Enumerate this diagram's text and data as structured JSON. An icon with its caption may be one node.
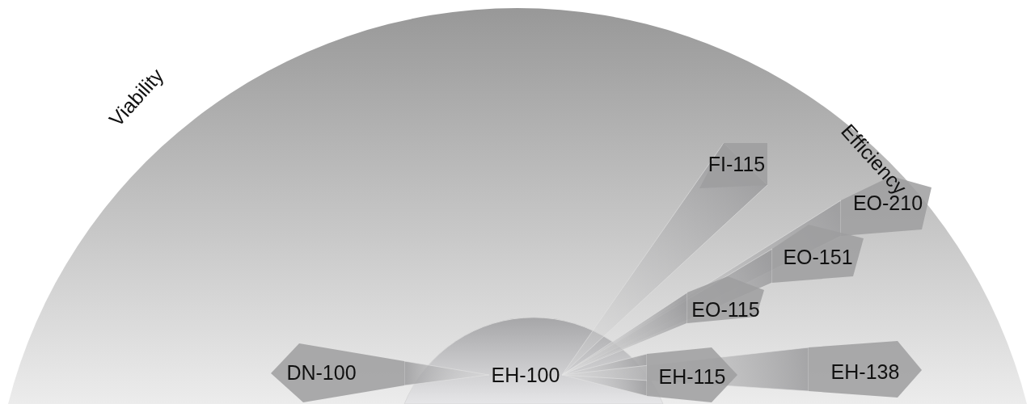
{
  "diagram": {
    "nodes": [
      {
        "text": [
          "FI-115"
        ]
      },
      {
        "text": [
          "EO-210"
        ]
      },
      {
        "text": [
          "EO-151"
        ]
      },
      {
        "text": [
          "EO-115"
        ]
      },
      {
        "text": [
          "DN-100"
        ]
      },
      {
        "text": [
          "EH-100"
        ]
      },
      {
        "text": [
          "EH-115"
        ]
      },
      {
        "text": [
          "EH-138"
        ]
      }
    ],
    "edges": [
      {
        "from": 5,
        "to": 0,
        "arrow": "none"
      },
      {
        "from": 5,
        "to": 1,
        "arrow": "none"
      },
      {
        "from": 5,
        "to": 2,
        "arrow": "none"
      },
      {
        "from": 5,
        "to": 3,
        "arrow": "none"
      },
      {
        "from": 5,
        "to": 4,
        "arrow": "none"
      },
      {
        "from": 5,
        "to": 6,
        "arrow": "none"
      },
      {
        "from": 5,
        "to": 7,
        "arrow": "none"
      }
    ],
    "labels": [
      "Viability",
      "Efficiency"
    ]
  }
}
